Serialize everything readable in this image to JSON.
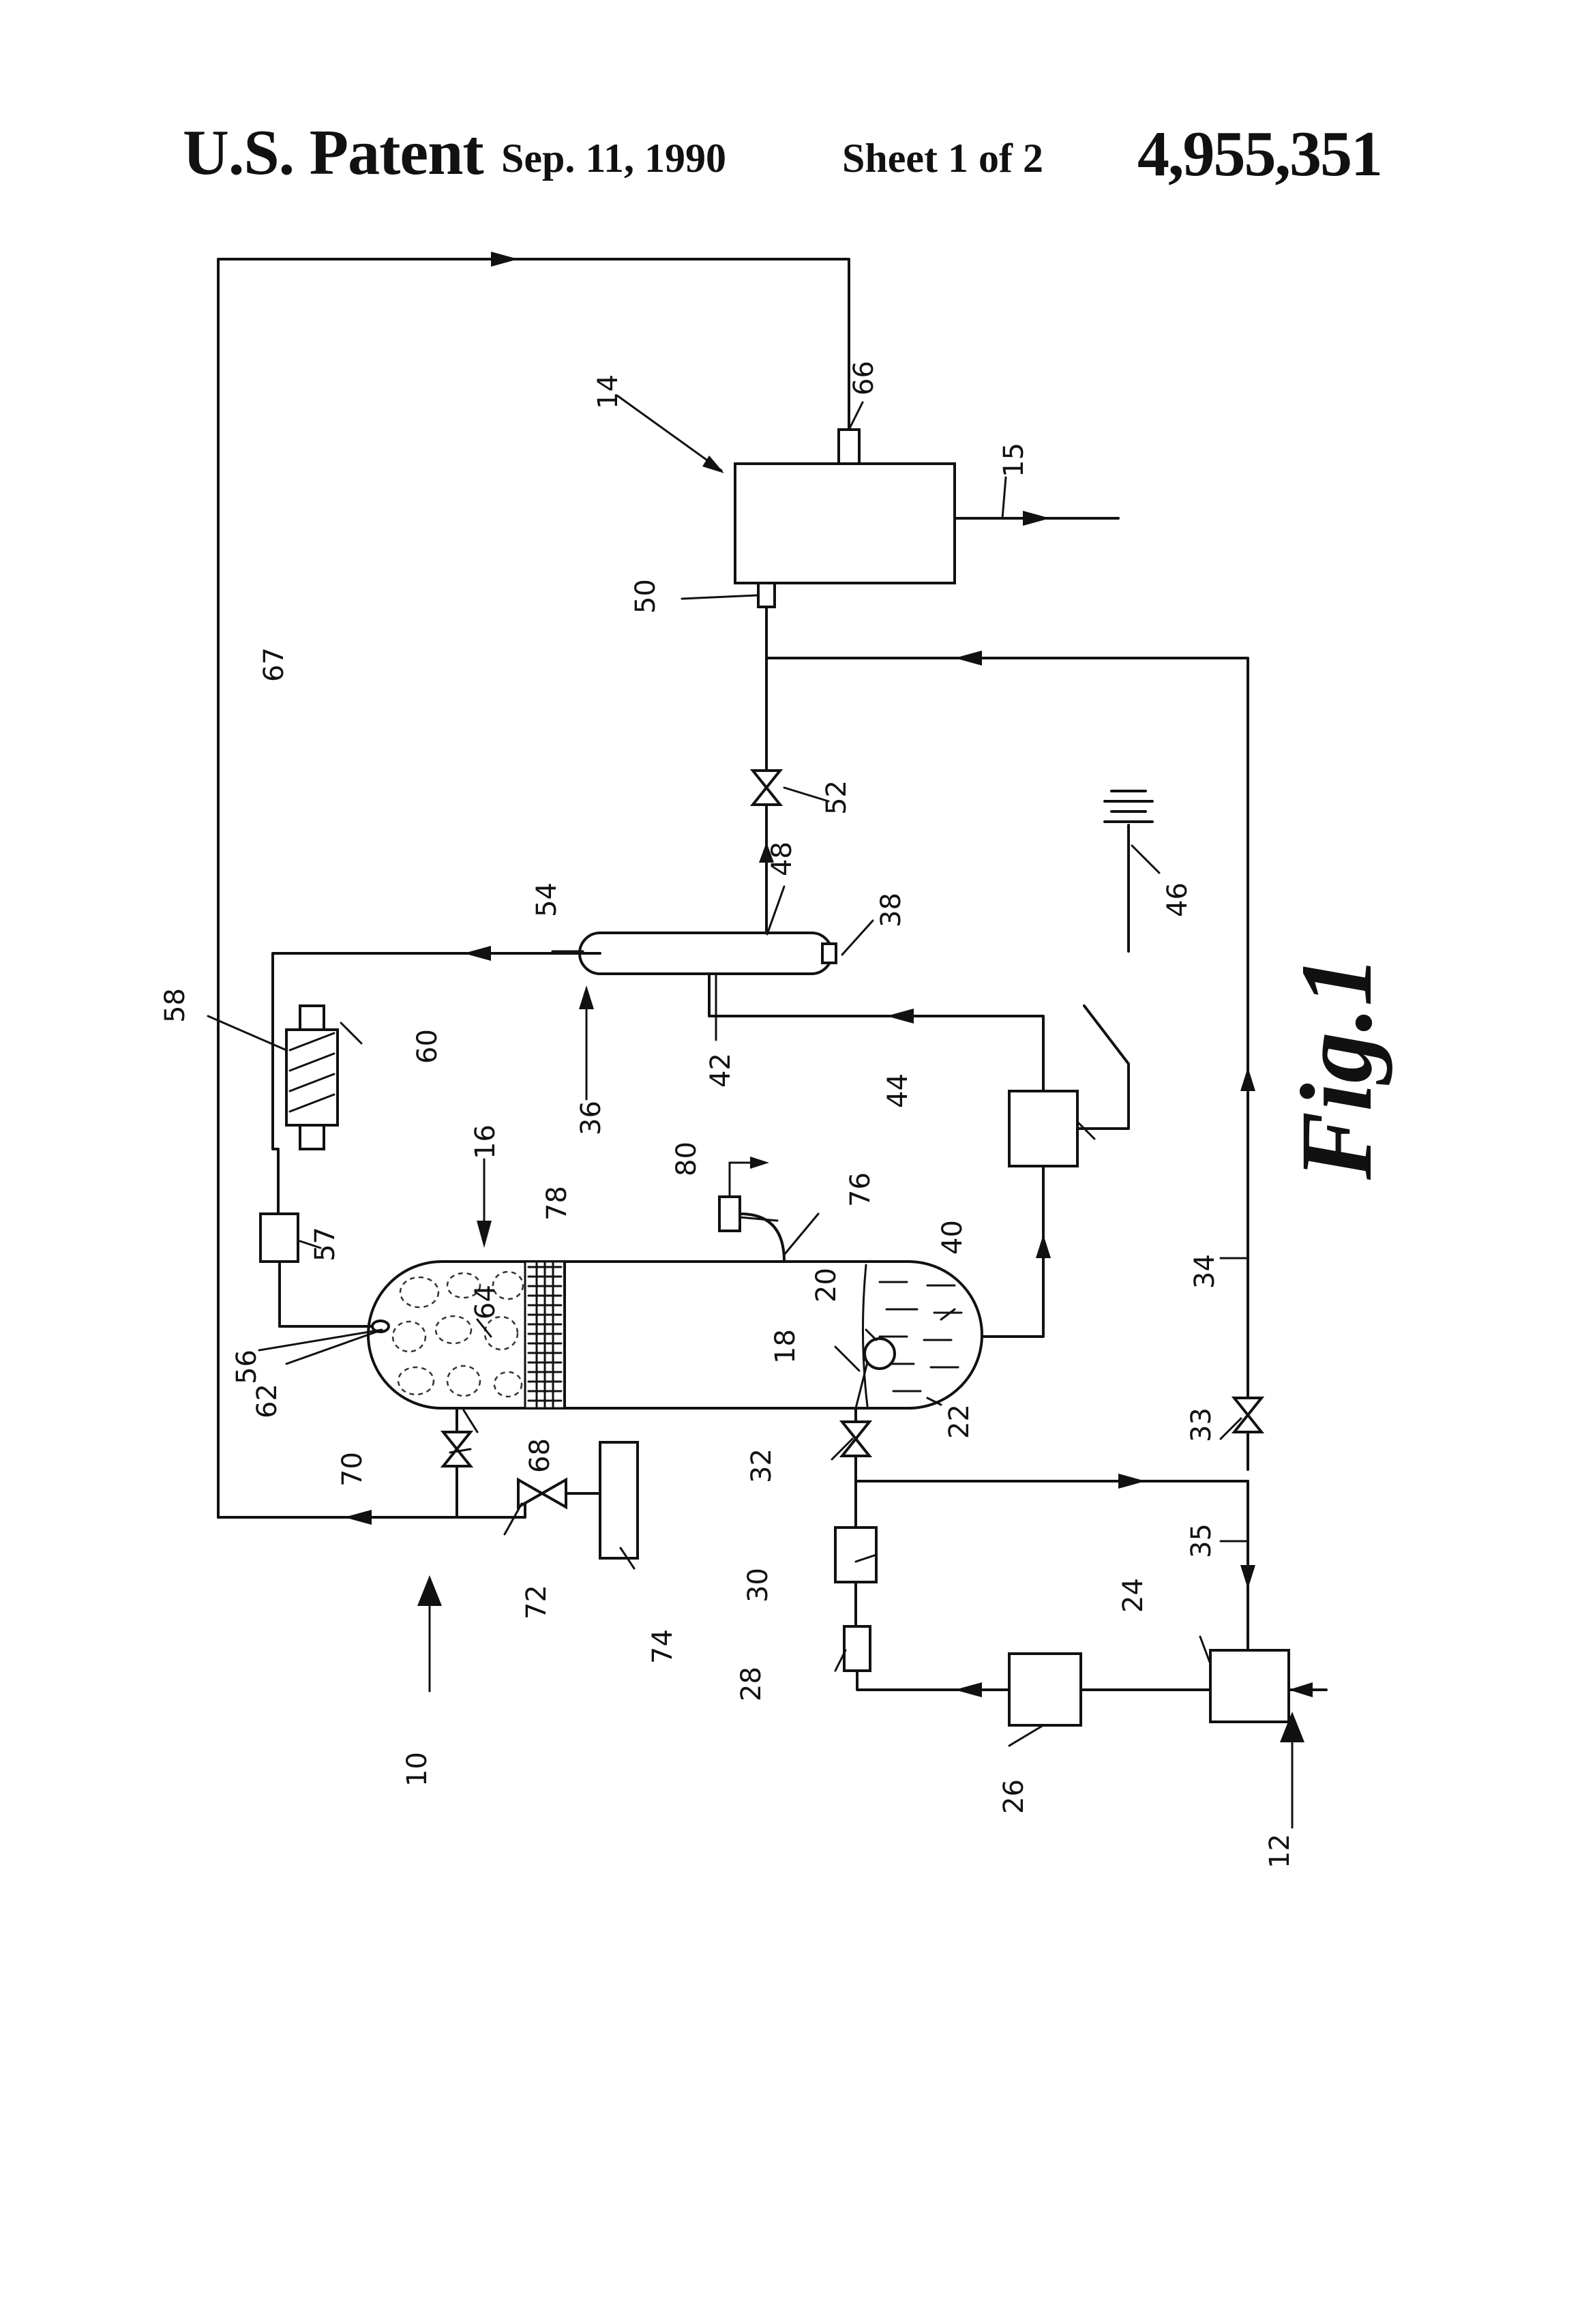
{
  "header": {
    "title": "U.S. Patent",
    "date": "Sep. 11, 1990",
    "sheet": "Sheet 1 of 2",
    "patent_number": "4,955,351"
  },
  "figure": {
    "label": "Fig.1"
  },
  "reference_numerals": {
    "r10": "10",
    "r12": "12",
    "r14": "14",
    "r15": "15",
    "r16": "16",
    "r18": "18",
    "r20": "20",
    "r22": "22",
    "r24": "24",
    "r26": "26",
    "r28": "28",
    "r30": "30",
    "r32": "32",
    "r33": "33",
    "r34": "34",
    "r35": "35",
    "r36": "36",
    "r38": "38",
    "r40": "40",
    "r42": "42",
    "r44": "44",
    "r46": "46",
    "r48": "48",
    "r50": "50",
    "r52": "52",
    "r54": "54",
    "r56": "56",
    "r57": "57",
    "r58": "58",
    "r60": "60",
    "r62": "62",
    "r64": "64",
    "r66": "66",
    "r67": "67",
    "r68": "68",
    "r70": "70",
    "r72": "72",
    "r74": "74",
    "r76": "76",
    "r78": "78",
    "r80": "80"
  },
  "colors": {
    "ink": "#111111",
    "paper": "#ffffff"
  }
}
